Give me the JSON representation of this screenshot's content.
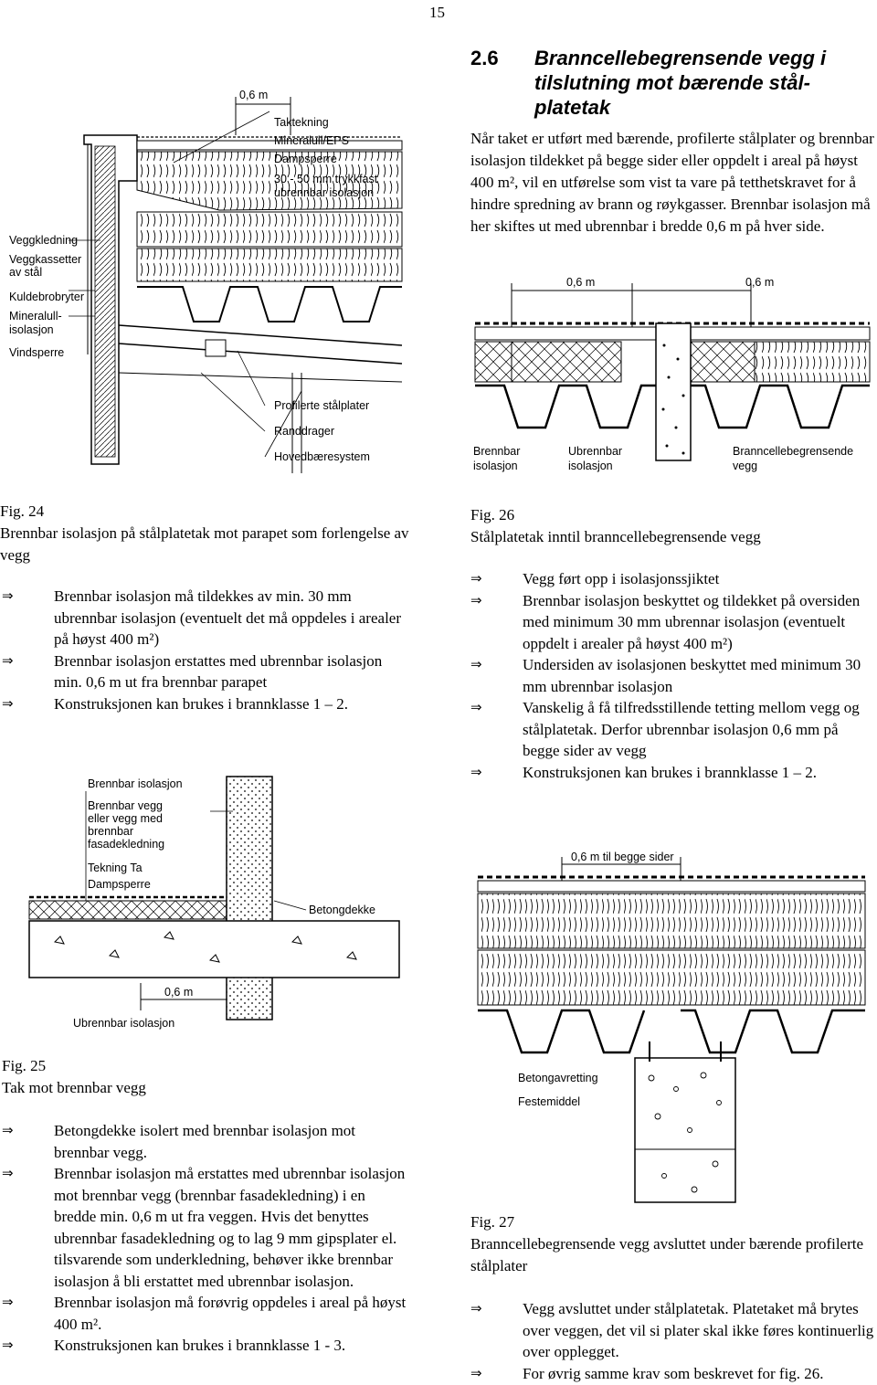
{
  "page_number": "15",
  "section": {
    "number": "2.6",
    "title_line1": "Branncellebegrensende vegg i",
    "title_line2": "tilslutning mot bærende stål-",
    "title_line3": "platetak"
  },
  "intro_text": "Når taket er utført med bærende, profilerte stålplater og brennbar isolasjon tildekket på begge sider eller oppdelt i areal på høyst 400 m², vil en utførelse som vist ta vare på tetthetskravet for å hindre spredning av brann og røykgasser. Brennbar isolasjon må her skiftes ut med ubrennbar i bredde 0,6 m på hver side.",
  "fig24": {
    "caption_label": "Fig. 24",
    "caption_text": "Brennbar isolasjon på stålplatetak mot parapet som forlengelse av vegg",
    "bullets": [
      "Brennbar isolasjon må tildekkes av min. 30 mm ubrennbar isolasjon (eventuelt det må oppdeles i arealer på høyst 400 m²)",
      "Brennbar isolasjon erstattes med ubrennbar isolasjon min. 0,6 m ut fra brennbar parapet",
      "Konstruksjonen kan brukes i brannklasse 1 – 2."
    ],
    "drawing_labels": {
      "dimension": "0,6 m",
      "taktekning": "Taktekning",
      "mineralull_eps": "Mineralull/EPS",
      "dampsperre": "Dampsperre",
      "trykkfast_1": "30 - 50 mm trykkfast",
      "trykkfast_2": "ubrennbar isolasjon",
      "veggkledning": "Veggkledning",
      "veggkassetter_1": "Veggkassetter",
      "veggkassetter_2": "av stål",
      "kuldebrobryter": "Kuldebrobryter",
      "mineralull_1": "Mineralull-",
      "mineralull_2": "isolasjon",
      "vindsperre": "Vindsperre",
      "profilerte": "Profilerte stålplater",
      "randdrager": "Randdrager",
      "hovedbaeresystem": "Hovedbæresystem"
    }
  },
  "fig26": {
    "caption_label": "Fig. 26",
    "caption_text": "Stålplatetak inntil branncellebegrensende vegg",
    "bullets": [
      "Vegg ført opp i isolasjonssjiktet",
      "Brennbar isolasjon beskyttet og tildekket på oversiden med minimum 30 mm ubrennar isolasjon (eventuelt oppdelt i arealer på høyst 400 m²)",
      "Undersiden av isolasjonen beskyttet med minimum 30 mm ubrennbar isolasjon",
      "Vanskelig å få tilfredsstillende tetting mellom vegg og stålplatetak. Derfor ubrennbar isolasjon 0,6 mm på begge sider av vegg",
      "Konstruksjonen kan brukes i brannklasse 1 – 2."
    ],
    "drawing_labels": {
      "dim_left": "0,6 m",
      "dim_right": "0,6 m",
      "brennbar_1": "Brennbar",
      "brennbar_2": "isolasjon",
      "ubrennbar_1": "Ubrennbar",
      "ubrennbar_2": "isolasjon",
      "branncelle_1": "Branncellebegrensende",
      "branncelle_2": "vegg"
    }
  },
  "fig25": {
    "caption_label": "Fig. 25",
    "caption_text": "Tak mot brennbar vegg",
    "bullets": [
      "Betongdekke isolert med brennbar isolasjon mot brennbar vegg.",
      "Brennbar isolasjon må erstattes med ubrennbar isolasjon mot brennbar vegg (brennbar fasadekledning) i en bredde min. 0,6 m ut fra veggen. Hvis det benyttes ubrennbar fasadekledning og to lag 9 mm gipsplater el. tilsvarende som underkledning, behøver ikke brennbar isolasjon å bli erstattet med ubrennbar isolasjon.",
      "Brennbar isolasjon må forøvrig oppdeles i areal på høyst 400 m².",
      "Konstruksjonen kan brukes i brannklasse 1 - 3."
    ],
    "drawing_labels": {
      "brennbar_isolasjon": "Brennbar isolasjon",
      "brennbar_vegg_1": "Brennbar vegg",
      "brennbar_vegg_2": "eller vegg med",
      "brennbar_vegg_3": "brennbar",
      "brennbar_vegg_4": "fasadekledning",
      "tekning": "Tekning Ta",
      "dampsperre": "Dampsperre",
      "betongdekke": "Betongdekke",
      "dimension": "0,6 m",
      "ubrennbar": "Ubrennbar isolasjon"
    }
  },
  "fig27": {
    "caption_label": "Fig. 27",
    "caption_text": "Branncellebegrensende vegg avsluttet under bærende profilerte stålplater",
    "bullets": [
      "Vegg avsluttet under stålplatetak. Platetaket må brytes over veggen, det vil si plater skal ikke føres kontinuerlig over opplegget.",
      "For øvrig samme krav som beskrevet for fig. 26."
    ],
    "drawing_labels": {
      "dimension": "0,6 m til begge sider",
      "betongavretting": "Betongavretting",
      "festemiddel": "Festemiddel"
    }
  }
}
